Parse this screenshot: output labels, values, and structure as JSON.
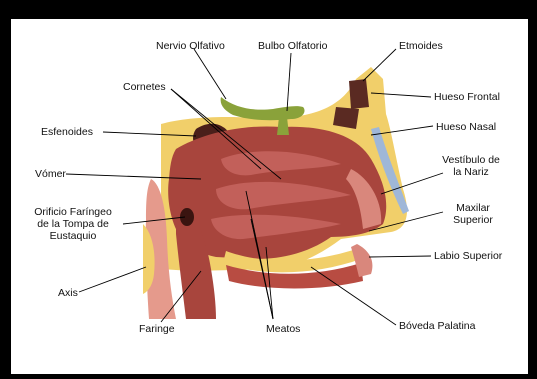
{
  "labels": {
    "nervio_olfativo": "Nervio Olfativo",
    "bulbo_olfatorio": "Bulbo Olfatorio",
    "etmoides": "Etmoides",
    "cornetes": "Cornetes",
    "hueso_frontal": "Hueso Frontal",
    "esfenoides": "Esfenoides",
    "hueso_nasal": "Hueso Nasal",
    "vestibulo_line1": "Vestíbulo de",
    "vestibulo_line2": "la Nariz",
    "vomer": "Vómer",
    "maxilar_line1": "Maxilar",
    "maxilar_line2": "Superior",
    "orificio_line1": "Orificio Faríngeo",
    "orificio_line2": "de la Tompa de",
    "orificio_line3": "Eustaquio",
    "labio_superior": "Labio Superior",
    "axis": "Axis",
    "faringe": "Faringe",
    "meatos": "Meatos",
    "boveda_palatina": "Bóveda Palatina"
  },
  "colors": {
    "frame": "#000000",
    "tissue": "#a8453d",
    "bone": "#f1cf6a",
    "mucosa": "#e59a8c",
    "nerve": "#8aa23a",
    "leader": "#000000"
  }
}
